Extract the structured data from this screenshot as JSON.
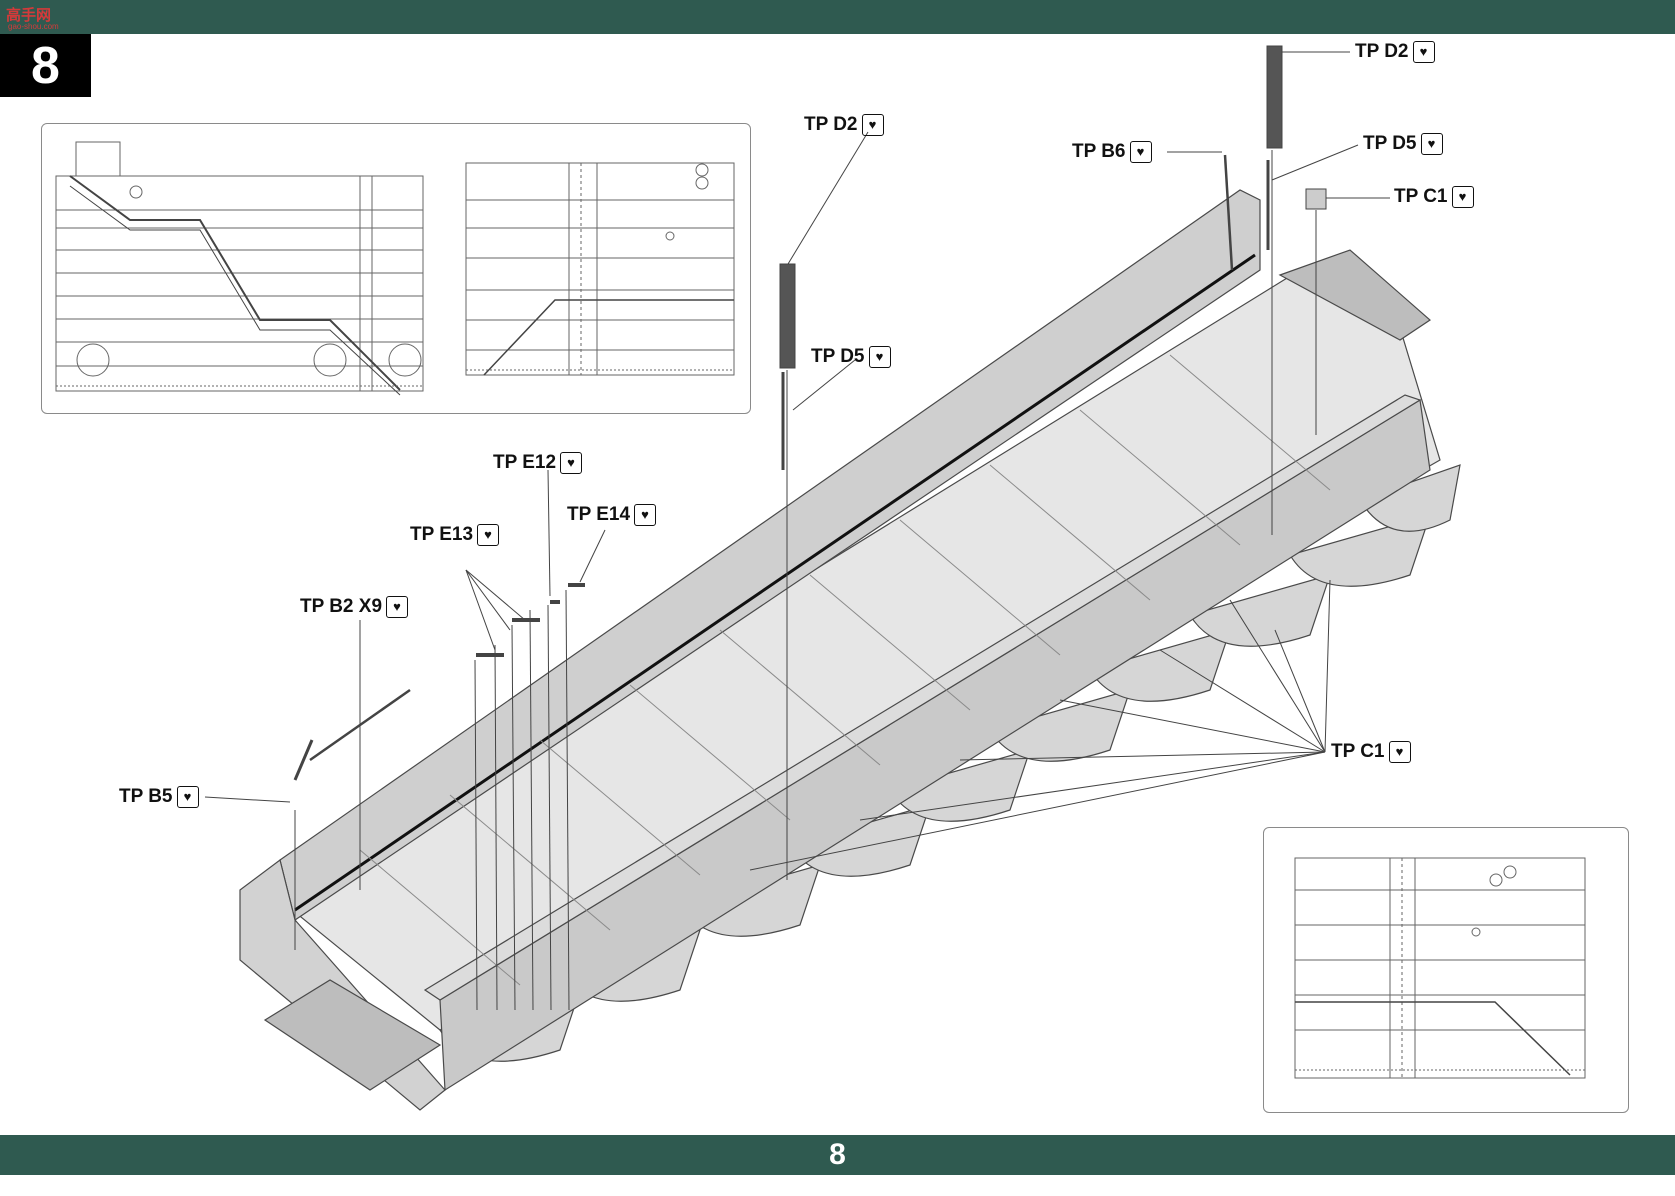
{
  "header": {
    "watermark": "高手网",
    "watermark_sub": "gao-shou.com"
  },
  "step": {
    "number": "8"
  },
  "footer": {
    "page_number": "8"
  },
  "icon_name": "photo-etch-part-icon",
  "callouts": {
    "d2_top": "TP D2",
    "d5_top": "TP D5",
    "c1_top": "TP C1",
    "b6": "TP B6",
    "d2_mid": "TP D2",
    "d5_mid": "TP D5",
    "e12": "TP E12",
    "e14": "TP E14",
    "e13": "TP E13",
    "b2": "TP B2 X9",
    "b5": "TP B5",
    "c1_right": "TP C1"
  },
  "colors": {
    "band": "#2f5a50",
    "step_box": "#000000",
    "line": "#555555",
    "hull": "#d9d9d9"
  }
}
